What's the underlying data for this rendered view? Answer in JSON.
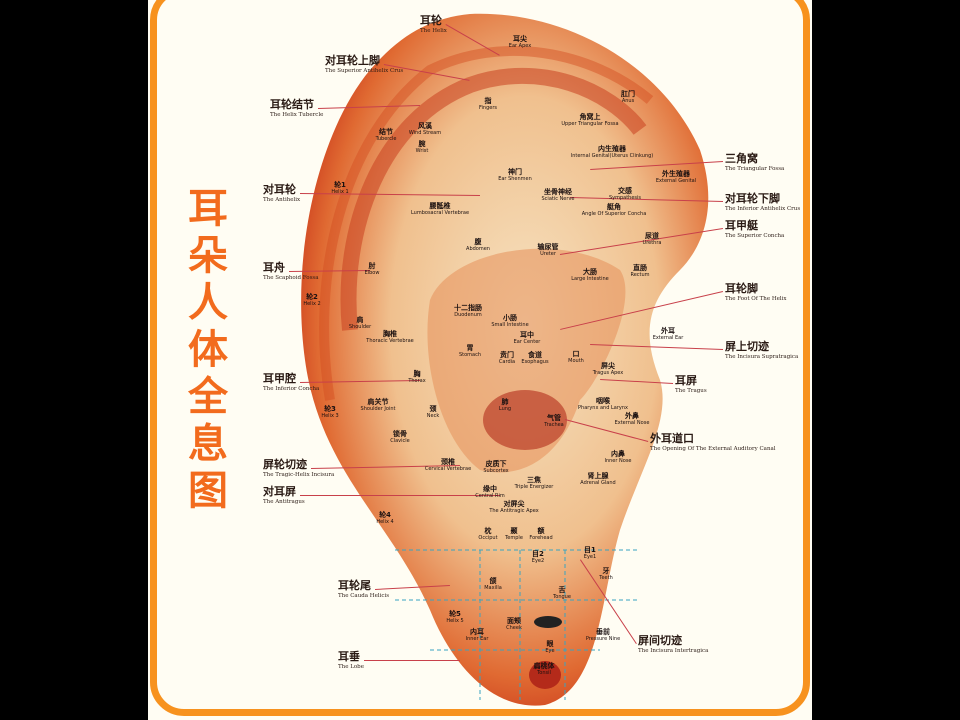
{
  "title": "耳朵人体全息图",
  "colors": {
    "frame": "#f7921e",
    "title": "#f26b1d",
    "ear_edge": "#c9361a",
    "ear_center": "#f6e3c2",
    "leader": "#c8404a"
  },
  "callouts": [
    {
      "zh": "耳轮",
      "en": "The Helix"
    },
    {
      "zh": "对耳轮上脚",
      "en": "The Superior Antihelix Crus"
    },
    {
      "zh": "耳轮结节",
      "en": "The Helix Tubercle"
    },
    {
      "zh": "对耳轮",
      "en": "The Antihelix"
    },
    {
      "zh": "耳舟",
      "en": "The Scaphoid Fossa"
    },
    {
      "zh": "耳甲腔",
      "en": "The Inferior Concha"
    },
    {
      "zh": "屏轮切迹",
      "en": "The Tragic-Helix Incisura"
    },
    {
      "zh": "对耳屏",
      "en": "The Antitragus"
    },
    {
      "zh": "耳轮尾",
      "en": "The Cauda Helicis"
    },
    {
      "zh": "耳垂",
      "en": "The Lobe"
    },
    {
      "zh": "三角窝",
      "en": "The Triangular Fossa"
    },
    {
      "zh": "对耳轮下脚",
      "en": "The Inferior Antihelix Crus"
    },
    {
      "zh": "耳甲艇",
      "en": "The Superior Concha"
    },
    {
      "zh": "耳轮脚",
      "en": "The Foot Of The Helix"
    },
    {
      "zh": "屏上切迹",
      "en": "The Incisura Supratragica"
    },
    {
      "zh": "耳屏",
      "en": "The Tragus"
    },
    {
      "zh": "外耳道口",
      "en": "The Opening Of The External Auditory Canal"
    },
    {
      "zh": "屏间切迹",
      "en": "The Incisura Intertragica"
    }
  ],
  "points": [
    {
      "zh": "耳尖",
      "en": "Ear Apex"
    },
    {
      "zh": "肛门",
      "en": "Anus"
    },
    {
      "zh": "指",
      "en": "Fingers"
    },
    {
      "zh": "风溪",
      "en": "Wind Stream"
    },
    {
      "zh": "腕",
      "en": "Wrist"
    },
    {
      "zh": "结节",
      "en": "Tubercle"
    },
    {
      "zh": "轮1",
      "en": "Helix 1"
    },
    {
      "zh": "腰骶椎",
      "en": "Lumbosacral Vertebrae"
    },
    {
      "zh": "肘",
      "en": "Elbow"
    },
    {
      "zh": "腹",
      "en": "Abdomen"
    },
    {
      "zh": "轮2",
      "en": "Helix 2"
    },
    {
      "zh": "肩",
      "en": "Shoulder"
    },
    {
      "zh": "胸椎",
      "en": "Thoracic Vertebrae"
    },
    {
      "zh": "胸",
      "en": "Thorax"
    },
    {
      "zh": "轮3",
      "en": "Helix 3"
    },
    {
      "zh": "肩关节",
      "en": "Shoulder Joint"
    },
    {
      "zh": "颈",
      "en": "Neck"
    },
    {
      "zh": "锁骨",
      "en": "Clavicle"
    },
    {
      "zh": "颈椎",
      "en": "Cervical Vertebrae"
    },
    {
      "zh": "轮4",
      "en": "Helix 4"
    },
    {
      "zh": "枕",
      "en": "Occiput"
    },
    {
      "zh": "颞",
      "en": "Temple"
    },
    {
      "zh": "额",
      "en": "Forehead"
    },
    {
      "zh": "对屏尖",
      "en": "The Antitragic Apex"
    },
    {
      "zh": "缘中",
      "en": "Central Rim"
    },
    {
      "zh": "皮质下",
      "en": "Subcortex"
    },
    {
      "zh": "三焦",
      "en": "Triple Energizer"
    },
    {
      "zh": "肾上腺",
      "en": "Adrenal Gland"
    },
    {
      "zh": "内鼻",
      "en": "Inner Nose"
    },
    {
      "zh": "外鼻",
      "en": "External Nose"
    },
    {
      "zh": "咽喉",
      "en": "Pharynx and Larynx"
    },
    {
      "zh": "屏尖",
      "en": "Tragus Apex"
    },
    {
      "zh": "外耳",
      "en": "External Ear"
    },
    {
      "zh": "直肠",
      "en": "Rectum"
    },
    {
      "zh": "尿道",
      "en": "Urethra"
    },
    {
      "zh": "交感",
      "en": "Sympathesis"
    },
    {
      "zh": "外生殖器",
      "en": "External Genital"
    },
    {
      "zh": "内生殖器",
      "en": "Internal Genital(Uterus Clinkung)"
    },
    {
      "zh": "角窝上",
      "en": "Upper Triangular Fossa"
    },
    {
      "zh": "神门",
      "en": "Ear Shenmen"
    },
    {
      "zh": "目1",
      "en": "Eye1"
    },
    {
      "zh": "目2",
      "en": "Eye2"
    },
    {
      "zh": "牙",
      "en": "Teeth"
    },
    {
      "zh": "颌",
      "en": "Maxilla"
    },
    {
      "zh": "舌",
      "en": "Tongue"
    },
    {
      "zh": "面颊",
      "en": "Cheek"
    },
    {
      "zh": "眼",
      "en": "Eye"
    },
    {
      "zh": "垂前",
      "en": "Pressure Nine"
    },
    {
      "zh": "轮5",
      "en": "Helix 5"
    },
    {
      "zh": "内耳",
      "en": "Inner Ear"
    },
    {
      "zh": "扁桃体",
      "en": "Tonsil"
    },
    {
      "zh": "肺",
      "en": "Lung"
    },
    {
      "zh": "气管",
      "en": "Trachea"
    },
    {
      "zh": "口",
      "en": "Mouth"
    },
    {
      "zh": "食道",
      "en": "Esophagus"
    },
    {
      "zh": "贲门",
      "en": "Cardia"
    },
    {
      "zh": "耳中",
      "en": "Ear Center"
    },
    {
      "zh": "胃",
      "en": "Stomach"
    },
    {
      "zh": "十二指肠",
      "en": "Duodenum"
    },
    {
      "zh": "小肠",
      "en": "Small Intestine"
    },
    {
      "zh": "大肠",
      "en": "Large Intestine"
    },
    {
      "zh": "输尿管",
      "en": "Ureter"
    },
    {
      "zh": "艇角",
      "en": "Angle Of Superior Concha"
    },
    {
      "zh": "坐骨神经",
      "en": "Sciatic Nerve"
    }
  ]
}
